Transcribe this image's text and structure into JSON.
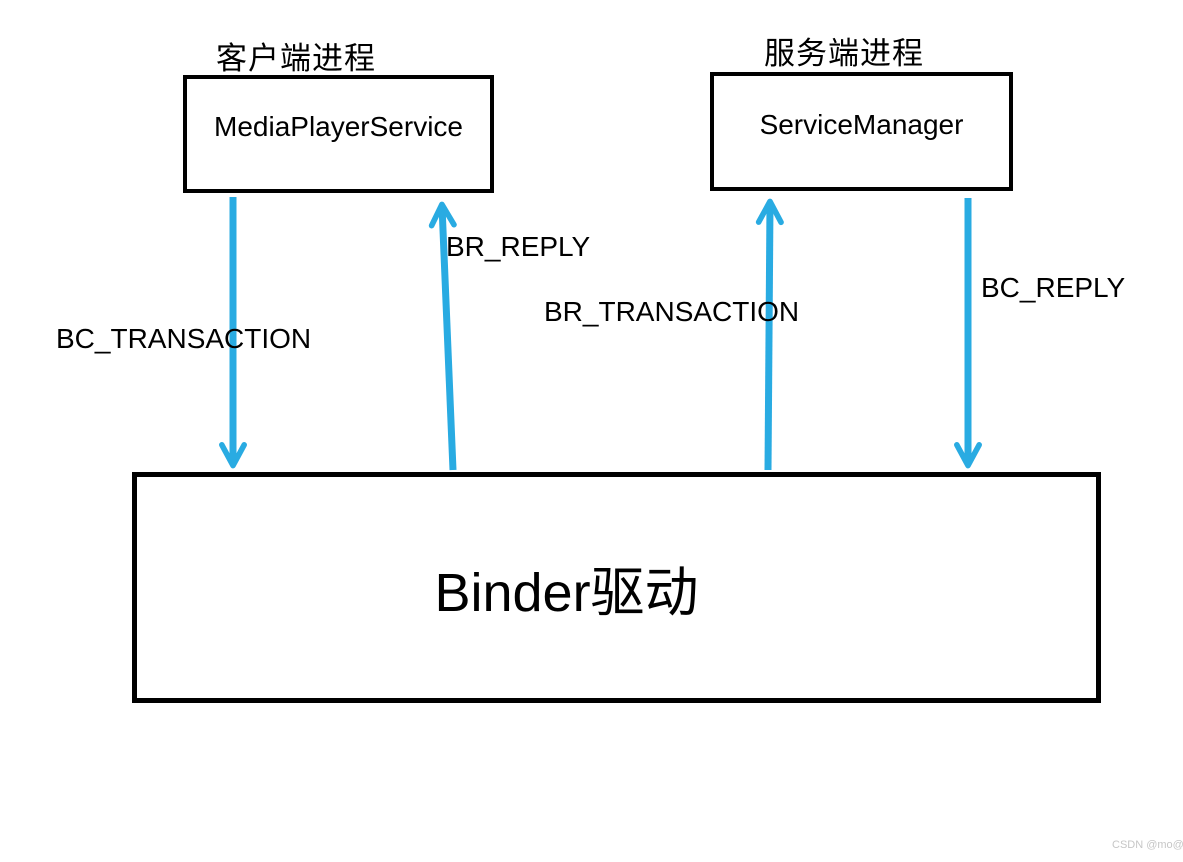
{
  "diagram": {
    "client": {
      "process_label": "客户端进程",
      "box_label": "MediaPlayerService"
    },
    "server": {
      "process_label": "服务端进程",
      "box_label": "ServiceManager"
    },
    "driver": {
      "box_label": "Binder驱动"
    },
    "arrows": [
      {
        "label": "BC_TRANSACTION",
        "from": "MediaPlayerService",
        "to": "Binder驱动",
        "direction": "down"
      },
      {
        "label": "BR_REPLY",
        "from": "Binder驱动",
        "to": "MediaPlayerService",
        "direction": "up"
      },
      {
        "label": "BR_TRANSACTION",
        "from": "Binder驱动",
        "to": "ServiceManager",
        "direction": "up"
      },
      {
        "label": "BC_REPLY",
        "from": "ServiceManager",
        "to": "Binder驱动",
        "direction": "down"
      }
    ],
    "watermark": "CSDN @mo@",
    "colors": {
      "arrow": "#29ABE2",
      "border": "#000000",
      "text": "#000000",
      "background": "#FFFFFF",
      "watermark": "#C6C6C6"
    }
  }
}
